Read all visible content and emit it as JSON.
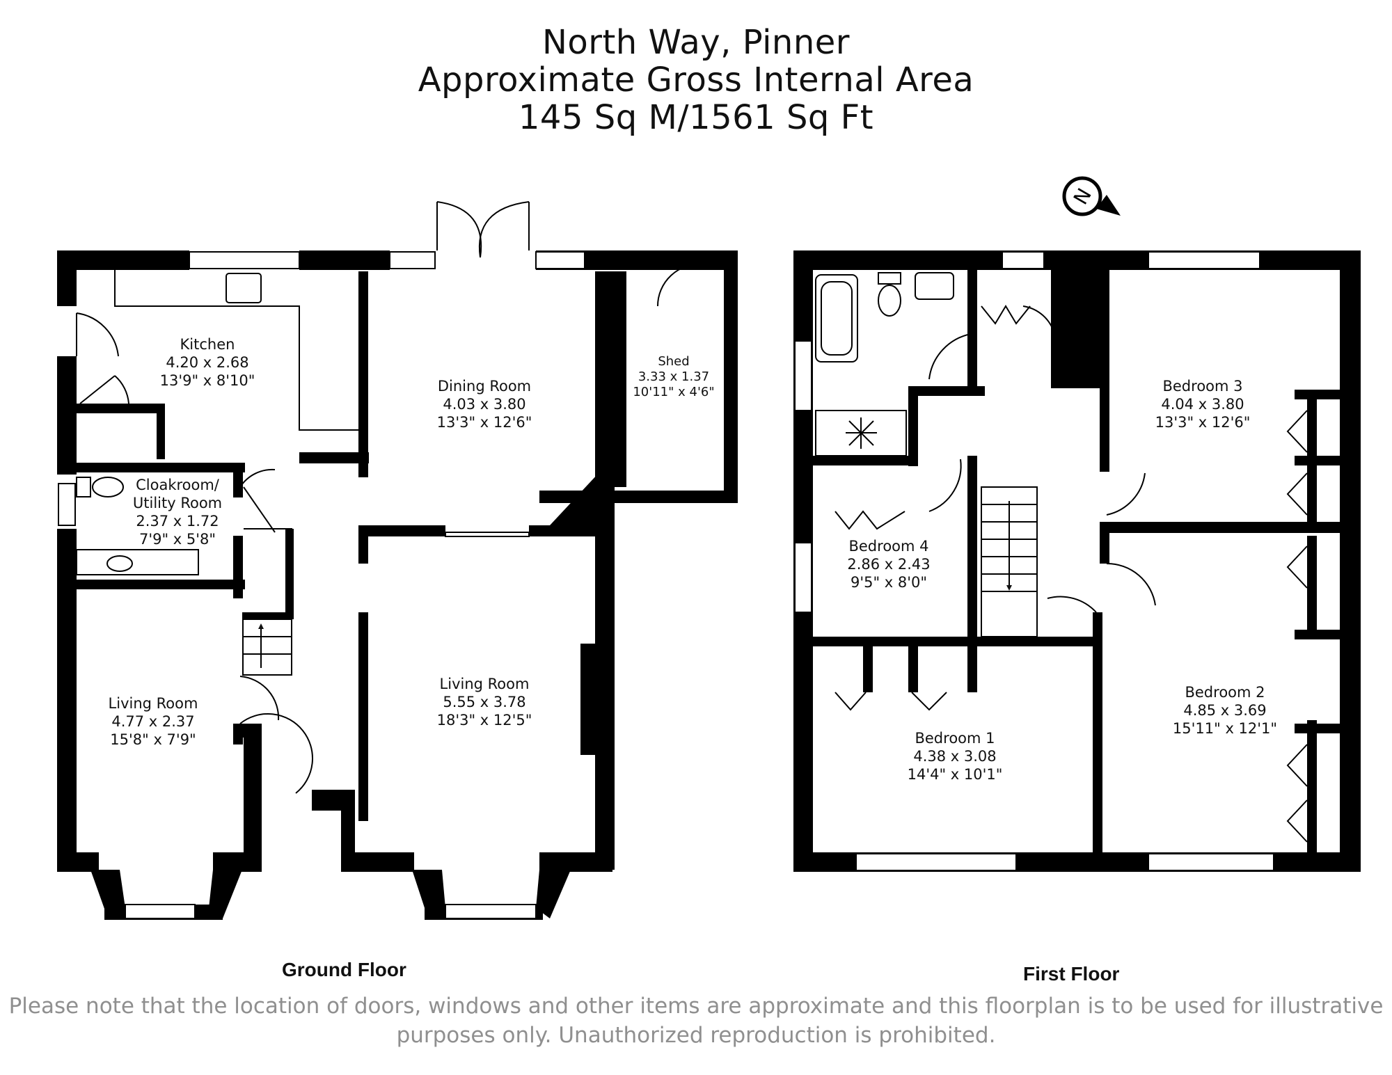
{
  "title": {
    "line1": "North Way, Pinner",
    "line2": "Approximate Gross Internal Area",
    "line3": "145 Sq M/1561 Sq Ft"
  },
  "compass": {
    "letter": "N",
    "icon": "north-arrow-icon"
  },
  "floors": {
    "ground": {
      "label": "Ground Floor"
    },
    "first": {
      "label": "First Floor"
    }
  },
  "rooms": {
    "kitchen": {
      "name": "Kitchen",
      "metric": "4.20 x 2.68",
      "imperial": "13'9\" x 8'10\""
    },
    "dining": {
      "name": "Dining Room",
      "metric": "4.03 x 3.80",
      "imperial": "13'3\" x 12'6\""
    },
    "shed": {
      "name": "Shed",
      "metric": "3.33 x 1.37",
      "imperial": "10'11\" x 4'6\""
    },
    "cloakroom": {
      "name1": "Cloakroom/",
      "name2": "Utility Room",
      "metric": "2.37 x 1.72",
      "imperial": "7'9\" x 5'8\""
    },
    "living_small": {
      "name": "Living Room",
      "metric": "4.77 x 2.37",
      "imperial": "15'8\" x 7'9\""
    },
    "living_large": {
      "name": "Living Room",
      "metric": "5.55 x 3.78",
      "imperial": "18'3\" x 12'5\""
    },
    "bedroom3": {
      "name": "Bedroom 3",
      "metric": "4.04 x 3.80",
      "imperial": "13'3\" x 12'6\""
    },
    "bedroom4": {
      "name": "Bedroom 4",
      "metric": "2.86 x 2.43",
      "imperial": "9'5\" x 8'0\""
    },
    "bedroom1": {
      "name": "Bedroom 1",
      "metric": "4.38 x 3.08",
      "imperial": "14'4\" x 10'1\""
    },
    "bedroom2": {
      "name": "Bedroom 2",
      "metric": "4.85 x 3.69",
      "imperial": "15'11\" x 12'1\""
    }
  },
  "disclaimer": {
    "line1": "Please note that the location of doors, windows and other items are approximate and this floorplan is to be used for illustrative",
    "line2": "purposes only. Unauthorized reproduction is prohibited."
  }
}
